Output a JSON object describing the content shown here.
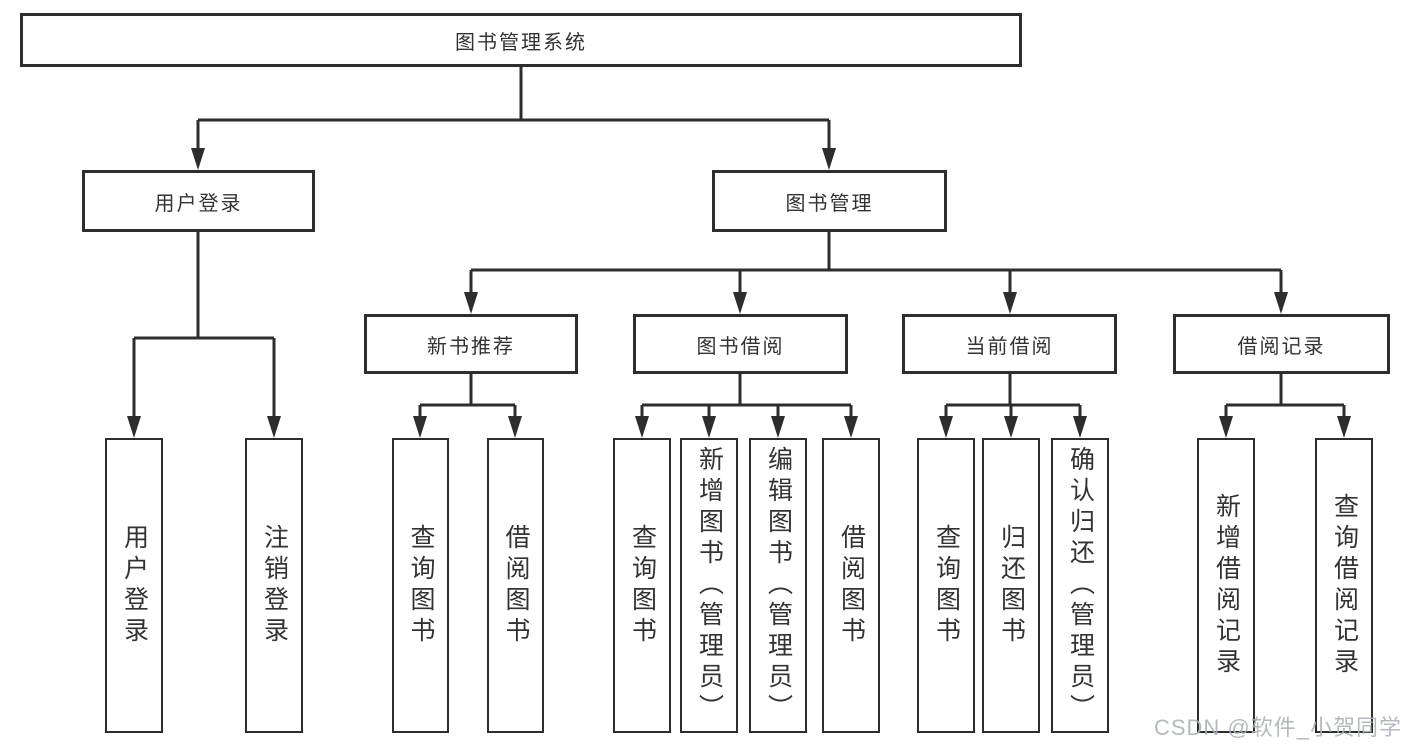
{
  "nodes": {
    "root": "图书管理系统",
    "level2": [
      "用户登录",
      "图书管理"
    ],
    "level3": [
      "新书推荐",
      "图书借阅",
      "当前借阅",
      "借阅记录"
    ],
    "leaves": [
      "用户登录",
      "注销登录",
      "查询图书",
      "借阅图书",
      "查询图书",
      "新增图书（管理员）",
      "编辑图书（管理员）",
      "借阅图书",
      "查询图书",
      "归还图书",
      "确认归还（管理员）",
      "新增借阅记录",
      "查询借阅记录"
    ]
  },
  "structure": {
    "图书管理系统": [
      "用户登录",
      "图书管理"
    ],
    "用户登录": [
      "用户登录",
      "注销登录"
    ],
    "图书管理": [
      "新书推荐",
      "图书借阅",
      "当前借阅",
      "借阅记录"
    ],
    "新书推荐": [
      "查询图书",
      "借阅图书"
    ],
    "图书借阅": [
      "查询图书",
      "新增图书（管理员）",
      "编辑图书（管理员）",
      "借阅图书"
    ],
    "当前借阅": [
      "查询图书",
      "归还图书",
      "确认归还（管理员）"
    ],
    "借阅记录": [
      "新增借阅记录",
      "查询借阅记录"
    ]
  },
  "watermark": "CSDN @软件_小贺同学",
  "colors": {
    "line": "#2d2d2d",
    "text": "#333333",
    "background": "#ffffff",
    "watermark": "#acb1b8"
  }
}
